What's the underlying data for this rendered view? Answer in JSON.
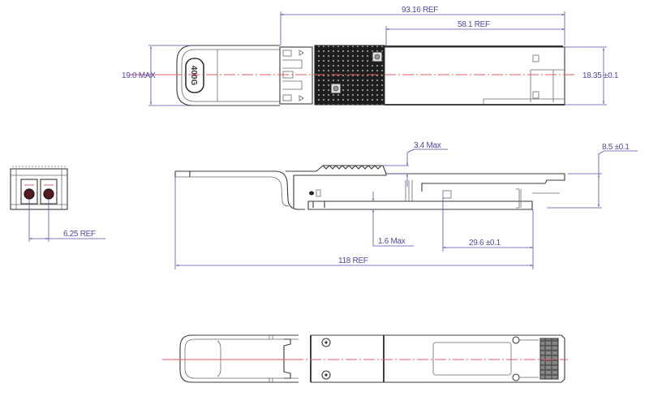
{
  "drawing": {
    "subject": "400G QSFP-DD optical transceiver module mechanical outline",
    "views": {
      "top_view": {
        "label_on_pull_tab": "400G",
        "dimensions": {
          "overall_ref": "93.16 REF",
          "partial_ref": "58.1 REF",
          "left_height": "19.0 MAX",
          "right_height": "18.35 ±0.1"
        }
      },
      "front_view": {
        "dimensions": {
          "lc_pitch": "6.25 REF"
        }
      },
      "side_view": {
        "dimensions": {
          "top_protrusion": "3.4 Max",
          "right_thickness": "8.5 ±0.1",
          "bottom_protrusion": "1.6 Max",
          "connector_length": "29.6 ±0.1",
          "overall_length": "118 REF"
        }
      },
      "bottom_view": {
        "dimensions": {}
      }
    },
    "colors": {
      "dimension": "#4a4aa8",
      "outline": "#3a3a3a",
      "centerline": "#e05a64",
      "heatsink": "#1e1e1e",
      "background": "#ffffff"
    }
  }
}
